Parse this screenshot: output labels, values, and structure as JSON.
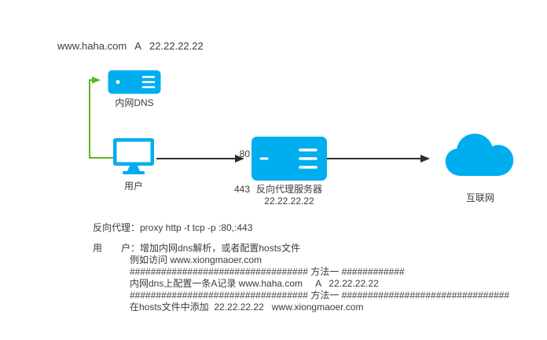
{
  "colors": {
    "accent": "#00adef",
    "green": "#5fb41e",
    "arrow": "#2e2e2e",
    "text": "#3c3c3c"
  },
  "header": {
    "dns_record": "www.haha.com   A   22.22.22.22"
  },
  "nodes": {
    "dns": {
      "label": "内网DNS",
      "icon": "server-icon"
    },
    "user": {
      "label": "用户",
      "icon": "monitor-icon"
    },
    "proxy": {
      "label": "反向代理服务器",
      "ip": "22.22.22.22",
      "port_http": "80",
      "port_https": "443",
      "icon": "server-icon"
    },
    "internet": {
      "label": "互联网",
      "icon": "cloud-icon"
    }
  },
  "notes": [
    "反向代理：proxy http -t tcp -p :80,:443",
    "用　　户：增加内网dns解析，或者配置hosts文件",
    "例如访问 www.xiongmaoer.com",
    "################################## 方法一 ############",
    "内网dns上配置一条A记录 www.haha.com     A   22.22.22.22",
    "################################## 方法一 ################################",
    "在hosts文件中添加  22.22.22.22   www.xiongmaoer.com"
  ]
}
